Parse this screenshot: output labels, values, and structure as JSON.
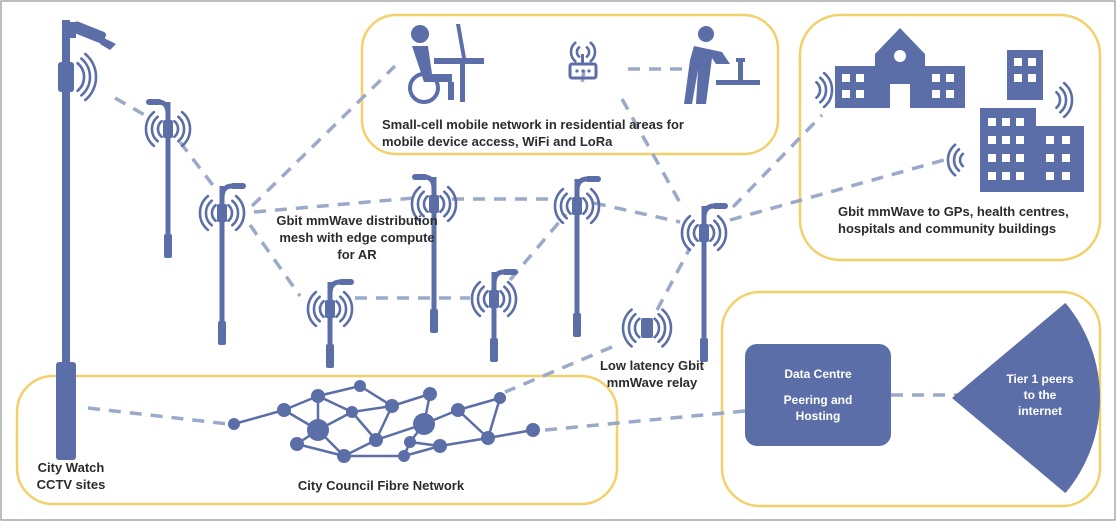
{
  "labels": {
    "small_cell": "Small-cell mobile network in residential areas for mobile device access, WiFi and LoRa",
    "mesh": "Gbit mmWave distribution mesh with edge compute for AR",
    "gps": "Gbit mmWave to GPs, health centres, hospitals and community buildings",
    "relay": "Low latency Gbit mmWave relay",
    "cctv": "City Watch CCTV sites",
    "fibre": "City Council Fibre Network",
    "data_centre_title": "Data Centre",
    "data_centre_sub": "Peering and Hosting",
    "tier1": "Tier 1 peers to the internet"
  },
  "colors": {
    "icon": "#5c6ea8",
    "dash": "#9aaac8",
    "box_border": "#f3d16a",
    "frame": "#7d7d7d",
    "text": "#2b2b2b"
  },
  "icons": [
    "cctv-camera-icon",
    "wheelchair-desk-user-icon",
    "wifi-router-icon",
    "person-at-workbench-icon",
    "school-building-icon",
    "office-building-icon",
    "street-light-icon",
    "wireless-signal-icon",
    "relay-node-icon",
    "fibre-network-mesh-icon",
    "data-centre-icon",
    "internet-sector-icon"
  ]
}
